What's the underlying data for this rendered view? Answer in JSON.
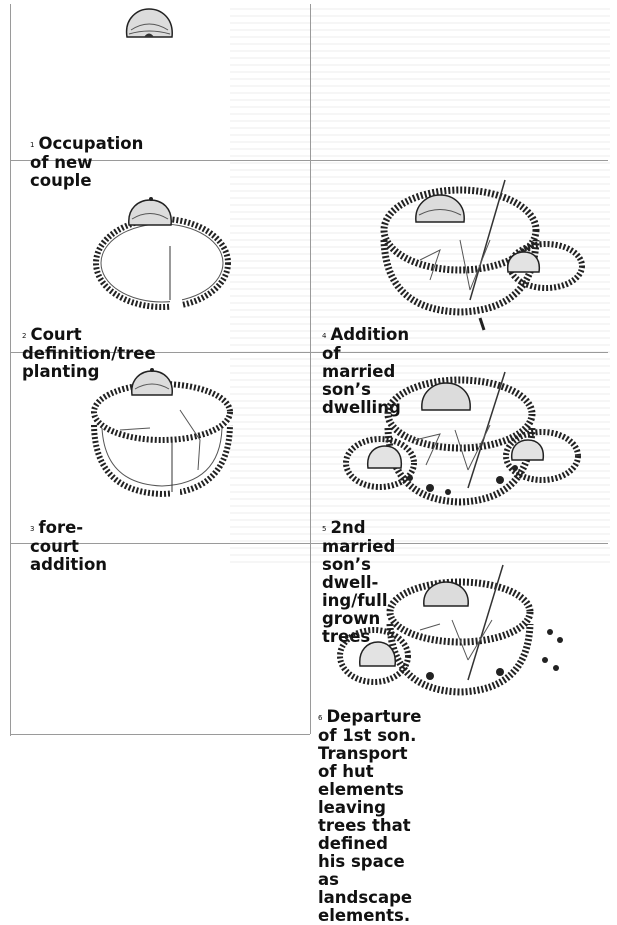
{
  "panels": [
    {
      "number": "1",
      "caption": "Occupation of new couple"
    },
    {
      "number": "2",
      "caption": "Court definition/tree\nplanting"
    },
    {
      "number": "3",
      "caption": "fore-court addition"
    },
    {
      "number": "4",
      "caption": "Addition of married son’s\ndwelling"
    },
    {
      "number": "5",
      "caption": "2nd married son’s dwell-\ning/full grown trees"
    },
    {
      "number": "6",
      "caption": "Departure of 1st son.\nTransport of hut elements\nleaving trees that defined\nhis space as landscape\nelements."
    }
  ]
}
